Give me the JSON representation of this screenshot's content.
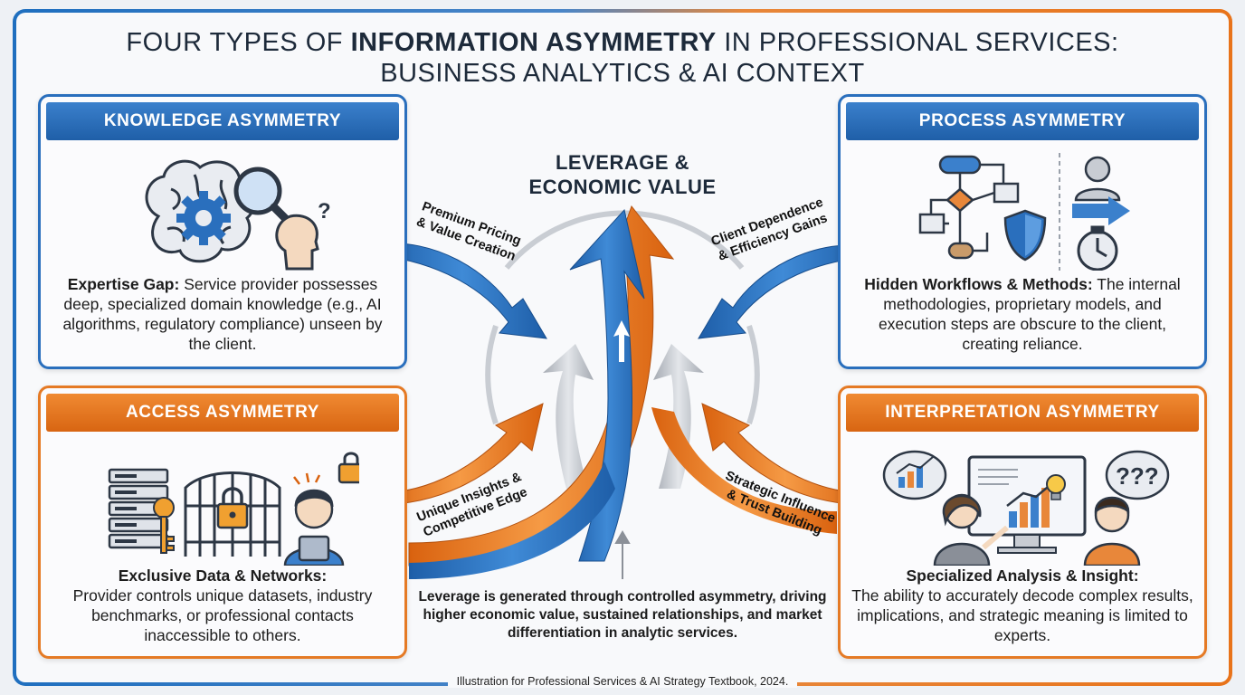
{
  "title": {
    "line1_pre": "FOUR TYPES OF ",
    "line1_bold": "INFORMATION ASYMMETRY",
    "line1_post": " IN PROFESSIONAL SERVICES:",
    "line2": "BUSINESS ANALYTICS & AI CONTEXT"
  },
  "center": {
    "label_line1": "LEVERAGE &",
    "label_line2": "ECONOMIC VALUE",
    "arrow_labels": {
      "top_left": [
        "Premium Pricing",
        "& Value Creation"
      ],
      "top_right": [
        "Client Dependence",
        "& Efficiency Gains"
      ],
      "bottom_left": [
        "Unique Insights &",
        "Competitive Edge"
      ],
      "bottom_right": [
        "Strategic Influence",
        "& Trust Building"
      ]
    },
    "summary": "Leverage is generated through controlled asymmetry, driving higher economic value, sustained relationships, and market differentiation in analytic services."
  },
  "panels": {
    "knowledge": {
      "header": "KNOWLEDGE ASYMMETRY",
      "lead": "Expertise Gap:",
      "text": " Service provider possesses deep, specialized domain knowledge (e.g., AI algorithms, regulatory compliance) unseen by the client.",
      "icons": [
        "brain-icon",
        "gear-icon",
        "magnifier-icon",
        "confused-person-icon"
      ]
    },
    "process": {
      "header": "PROCESS ASYMMETRY",
      "lead": "Hidden Workflows & Methods:",
      "text": " The internal methodologies, proprietary models, and execution steps are obscure to the client, creating reliance.",
      "icons": [
        "flowchart-icon",
        "shield-icon",
        "person-icon",
        "arrow-right-icon",
        "clock-icon"
      ]
    },
    "access": {
      "header": "ACCESS ASYMMETRY",
      "lead": "Exclusive Data & Networks:",
      "text": "Provider controls unique datasets, industry benchmarks, or professional contacts inaccessible to others.",
      "icons": [
        "server-icon",
        "key-icon",
        "gate-icon",
        "padlock-icon",
        "frustrated-person-icon"
      ]
    },
    "interpretation": {
      "header": "INTERPRETATION ASYMMETRY",
      "lead": "Specialized Analysis & Insight:",
      "text": "The ability to accurately decode complex results, implications, and strategic meaning is limited to experts.",
      "icons": [
        "chart-bubble-icon",
        "monitor-chart-icon",
        "lightbulb-icon",
        "question-bubble-icon",
        "expert-person-icon",
        "client-person-icon"
      ]
    }
  },
  "footer": "Illustration for Professional Services & AI Strategy Textbook, 2024.",
  "colors": {
    "blue": "#2a6fbd",
    "orange": "#e57a25",
    "gray_arrow": "#b9bec6",
    "text_dark": "#1d2a3a"
  }
}
